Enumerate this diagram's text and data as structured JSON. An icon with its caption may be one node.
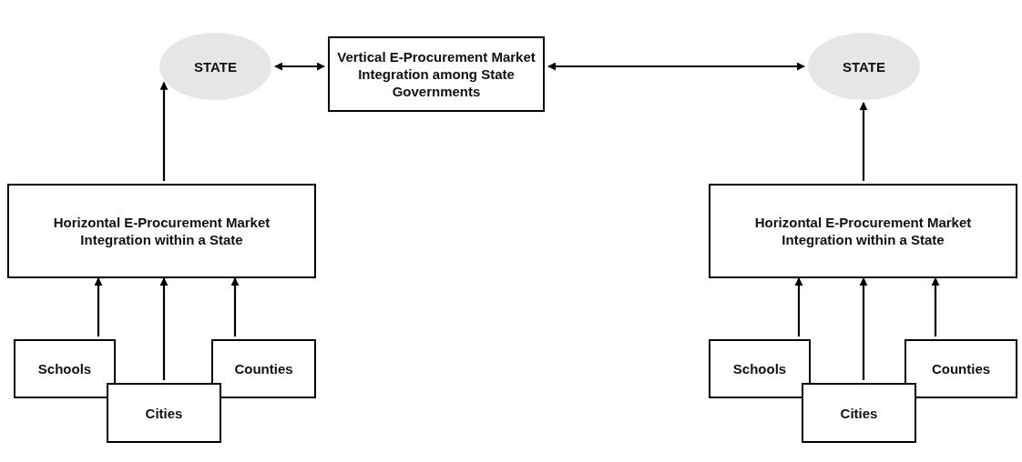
{
  "diagram": {
    "nodes": [
      {
        "text": [
          "STATE"
        ]
      },
      {
        "text": [
          "Vertical E-Procurement Market Integration among State Governments"
        ]
      },
      {
        "text": [
          "STATE"
        ]
      },
      {
        "text": [
          "Horizontal E-Procurement Market Integration within a State"
        ]
      },
      {
        "text": [
          "Horizontal E-Procurement Market Integration within a State"
        ]
      },
      {
        "text": [
          "Schools"
        ]
      },
      {
        "text": [
          "Counties"
        ]
      },
      {
        "text": [
          "Schools"
        ]
      },
      {
        "text": [
          "Counties"
        ]
      },
      {
        "text": [
          "Cities"
        ]
      },
      {
        "text": [
          "Cities"
        ]
      }
    ],
    "edges": [
      {
        "from": 0,
        "to": 1,
        "arrow": "both"
      },
      {
        "from": 1,
        "to": 2,
        "arrow": "both"
      },
      {
        "from": 3,
        "to": 0,
        "arrow": "to"
      },
      {
        "from": 4,
        "to": 2,
        "arrow": "to"
      },
      {
        "from": 5,
        "to": 3,
        "arrow": "to"
      },
      {
        "from": 9,
        "to": 3,
        "arrow": "to"
      },
      {
        "from": 6,
        "to": 3,
        "arrow": "to"
      },
      {
        "from": 7,
        "to": 4,
        "arrow": "to"
      },
      {
        "from": 10,
        "to": 4,
        "arrow": "to"
      },
      {
        "from": 8,
        "to": 4,
        "arrow": "to"
      }
    ]
  }
}
